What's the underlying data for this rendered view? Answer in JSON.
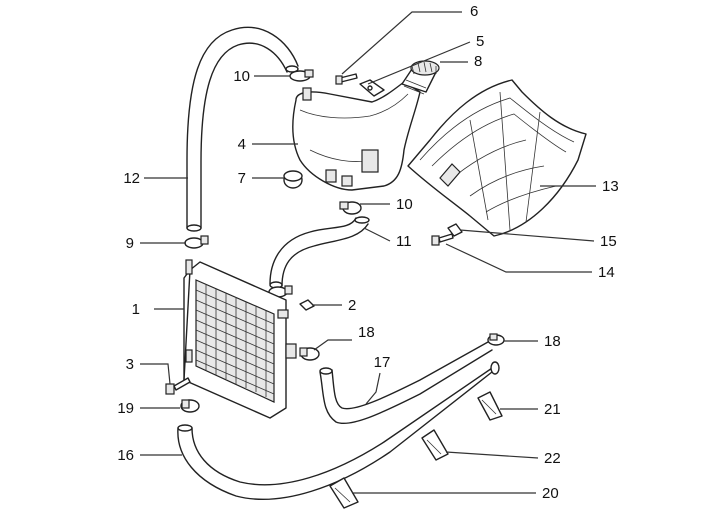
{
  "callouts": [
    {
      "id": "1",
      "text": "1"
    },
    {
      "id": "2",
      "text": "2"
    },
    {
      "id": "3",
      "text": "3"
    },
    {
      "id": "4",
      "text": "4"
    },
    {
      "id": "5",
      "text": "5"
    },
    {
      "id": "6",
      "text": "6"
    },
    {
      "id": "7",
      "text": "7"
    },
    {
      "id": "8",
      "text": "8"
    },
    {
      "id": "9",
      "text": "9"
    },
    {
      "id": "10a",
      "text": "10"
    },
    {
      "id": "10b",
      "text": "10"
    },
    {
      "id": "11",
      "text": "11"
    },
    {
      "id": "12",
      "text": "12"
    },
    {
      "id": "13",
      "text": "13"
    },
    {
      "id": "14",
      "text": "14"
    },
    {
      "id": "15",
      "text": "15"
    },
    {
      "id": "16",
      "text": "16"
    },
    {
      "id": "17",
      "text": "17"
    },
    {
      "id": "18a",
      "text": "18"
    },
    {
      "id": "18b",
      "text": "18"
    },
    {
      "id": "19",
      "text": "19"
    },
    {
      "id": "20",
      "text": "20"
    },
    {
      "id": "21",
      "text": "21"
    },
    {
      "id": "22",
      "text": "22"
    }
  ]
}
